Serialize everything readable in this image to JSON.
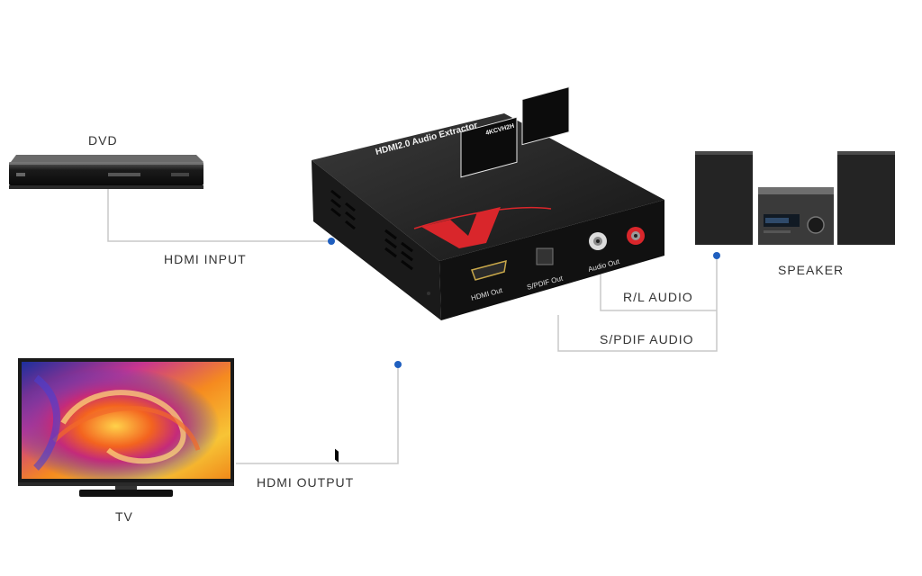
{
  "labels": {
    "dvd": "DVD",
    "hdmi_input": "HDMI INPUT",
    "tv": "TV",
    "hdmi_output": "HDMI OUTPUT",
    "speaker": "SPEAKER",
    "rl_audio": "R/L AUDIO",
    "spdif_audio": "S/PDIF AUDIO"
  },
  "device": {
    "title": "HDMI2.0 Audio Extractor",
    "model": "4KCVH2H",
    "ports": {
      "hdmi_out": "HDMI Out",
      "spdif_out": "S/PDIF Out",
      "audio_out": "Audio Out"
    }
  },
  "colors": {
    "connector_line": "#c8c8c8",
    "connector_dot": "#1f5fbf",
    "device_body": "#1c1c1c",
    "logo_red": "#d9262b"
  },
  "icons": {
    "dvd": "dvd-player-icon",
    "device": "audio-extractor-icon",
    "speaker": "speaker-system-icon",
    "tv": "tv-icon"
  }
}
